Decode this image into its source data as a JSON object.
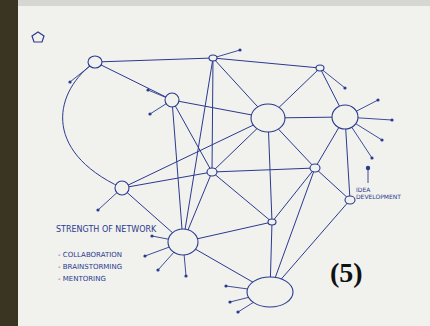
{
  "diagram": {
    "labels": [
      "STRENGTH OF NETWORK",
      "- COLLABORATION",
      "- BRAINSTORMING",
      "- MENTORING",
      "IDEA DEVELOPMENT",
      "(5)"
    ]
  }
}
